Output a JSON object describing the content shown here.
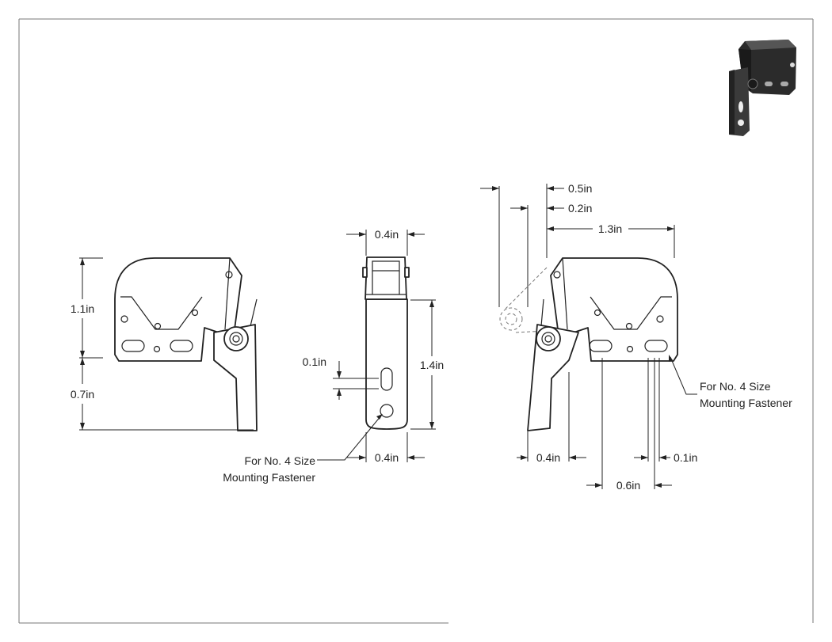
{
  "dimensions": {
    "left_height_upper": "1.1in",
    "left_height_lower": "0.7in",
    "mid_top_width": "0.4in",
    "mid_slot_height": "0.1in",
    "mid_height": "1.4in",
    "mid_bottom_width": "0.4in",
    "right_offset_a": "0.5in",
    "right_offset_b": "0.2in",
    "right_width": "1.3in",
    "right_bottom_left": "0.4in",
    "right_bottom_slot": "0.1in",
    "right_bottom_span": "0.6in"
  },
  "callouts": {
    "mid_fastener_line1": "For No. 4 Size",
    "mid_fastener_line2": "Mounting Fastener",
    "right_fastener_line1": "For No. 4 Size",
    "right_fastener_line2": "Mounting Fastener"
  },
  "thumbnail": {
    "icon": "latch-3d-thumbnail-icon"
  },
  "colors": {
    "line": "#222222",
    "part_fill": "#ffffff",
    "thumbnail_body": "#2b2b2b"
  }
}
